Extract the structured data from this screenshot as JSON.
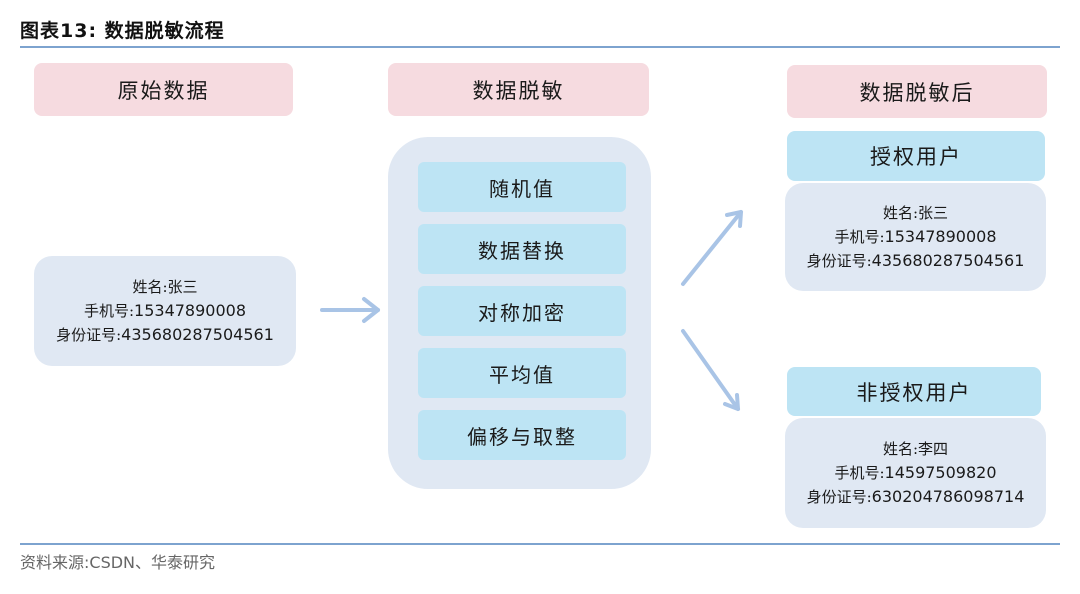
{
  "figure": {
    "title": "图表13:  数据脱敏流程",
    "source": "资料来源:CSDN、华泰研究"
  },
  "original": {
    "header": "原始数据",
    "name": "姓名:张三",
    "phone_label": "手机号:",
    "phone": "15347890008",
    "id_label": "身份证号:",
    "id": "435680287504561"
  },
  "masking": {
    "header": "数据脱敏",
    "methods": [
      "随机值",
      "数据替换",
      "对称加密",
      "平均值",
      "偏移与取整"
    ]
  },
  "result": {
    "header": "数据脱敏后",
    "authorized": {
      "label": "授权用户",
      "name": "姓名:张三",
      "phone_label": "手机号:",
      "phone": "15347890008",
      "id_label": "身份证号:",
      "id": "435680287504561"
    },
    "unauthorized": {
      "label": "非授权用户",
      "name": "姓名:李四",
      "phone_label": "手机号:",
      "phone": "14597509820",
      "id_label": "身份证号:",
      "id": "630204786098714"
    }
  },
  "colors": {
    "pink_header": "#f6dbe0",
    "blue_header": "#bde4f4",
    "panel": "#e0e8f3",
    "arrow": "#a9c4e6",
    "rule": "#7da3cf"
  }
}
